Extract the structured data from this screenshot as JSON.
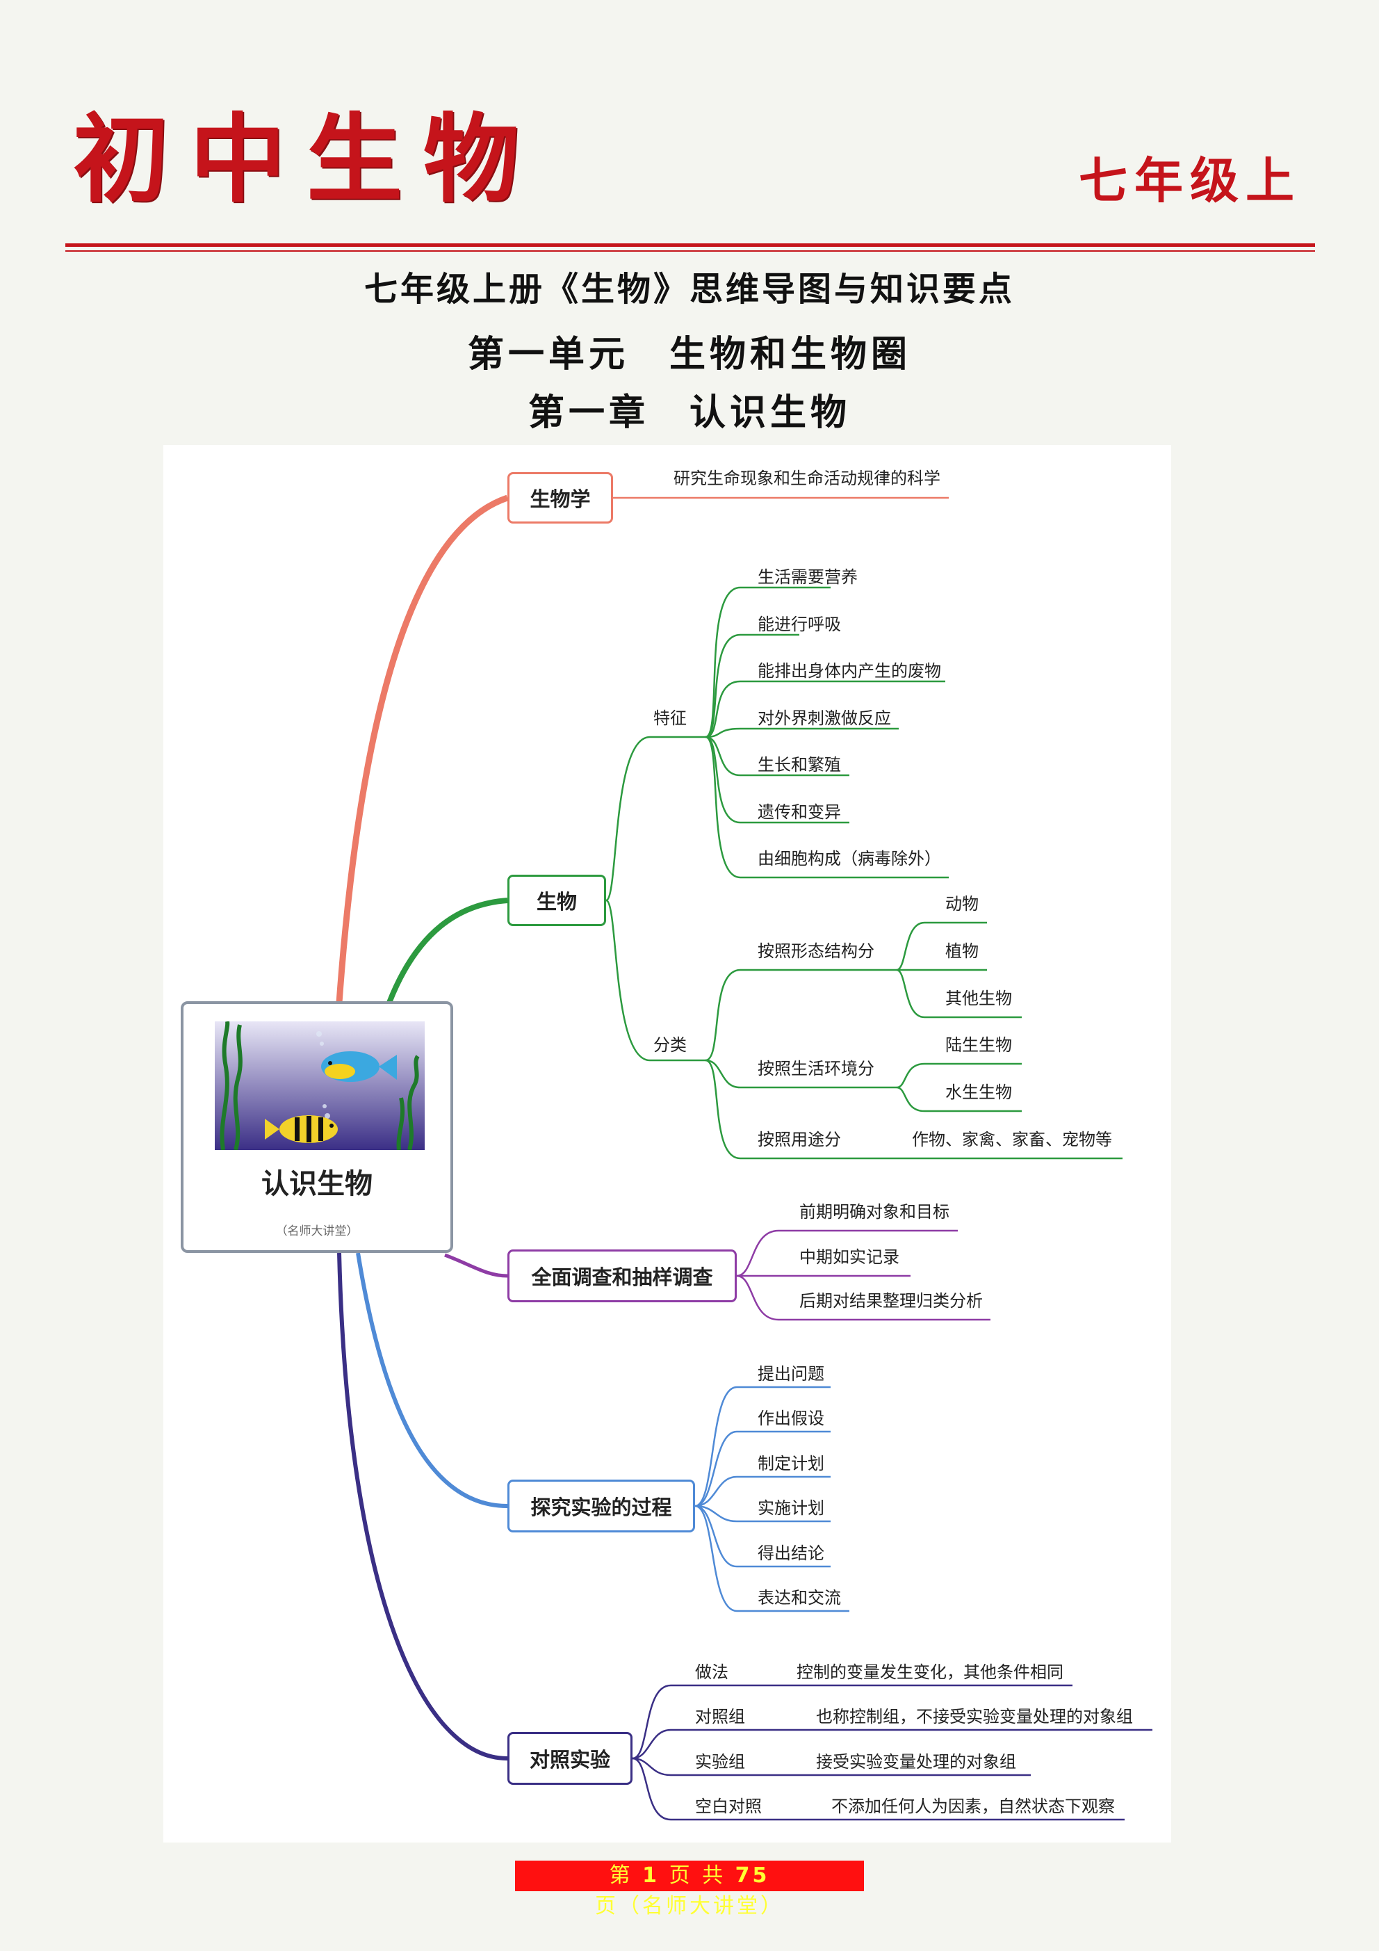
{
  "header": {
    "subject": "初中生物",
    "grade": "七年级上"
  },
  "document": {
    "title": "七年级上册《生物》思维导图与知识要点",
    "unit": "第一单元　生物和生物圈",
    "chapter": "第一章　认识生物"
  },
  "mindmap": {
    "center": {
      "title": "认识生物",
      "subtitle": "（名师大讲堂）",
      "image": "aquarium-fish-illustration"
    },
    "biology": {
      "label": "生物学",
      "definition": "研究生命现象和生命活动规律的科学",
      "color": "#ec7a67"
    },
    "organism": {
      "label": "生物",
      "color": "#2c9a3f",
      "features": {
        "label": "特征",
        "items": [
          "生活需要营养",
          "能进行呼吸",
          "能排出身体内产生的废物",
          "对外界刺激做反应",
          "生长和繁殖",
          "遗传和变异",
          "由细胞构成（病毒除外）"
        ]
      },
      "classification": {
        "label": "分类",
        "by_form": {
          "label": "按照形态结构分",
          "items": [
            "动物",
            "植物",
            "其他生物"
          ]
        },
        "by_habitat": {
          "label": "按照生活环境分",
          "items": [
            "陆生生物",
            "水生生物"
          ]
        },
        "by_use": {
          "label": "按照用途分",
          "items": [
            "作物、家禽、家畜、宠物等"
          ]
        }
      }
    },
    "survey": {
      "label": "全面调查和抽样调查",
      "color": "#8e3ca5",
      "items": [
        "前期明确对象和目标",
        "中期如实记录",
        "后期对结果整理归类分析"
      ]
    },
    "experiment": {
      "label": "探究实验的过程",
      "color": "#4f8ad6",
      "items": [
        "提出问题",
        "作出假设",
        "制定计划",
        "实施计划",
        "得出结论",
        "表达和交流"
      ]
    },
    "control": {
      "label": "对照实验",
      "color": "#3a2f85",
      "rows": [
        {
          "term": "做法",
          "desc": "控制的变量发生变化，其他条件相同"
        },
        {
          "term": "对照组",
          "desc": "也称控制组，不接受实验变量处理的对象组"
        },
        {
          "term": "实验组",
          "desc": "接受实验变量处理的对象组"
        },
        {
          "term": "空白对照",
          "desc": "不添加任何人为因素，自然状态下观察"
        }
      ]
    }
  },
  "footer": {
    "prefix": "第",
    "page": "1",
    "middle": "页 共",
    "total": "75",
    "suffix": "页（名师大讲堂）"
  },
  "colors": {
    "brand_red": "#c5141b",
    "footer_bg": "#ff1010",
    "footer_text": "#ffff33"
  }
}
